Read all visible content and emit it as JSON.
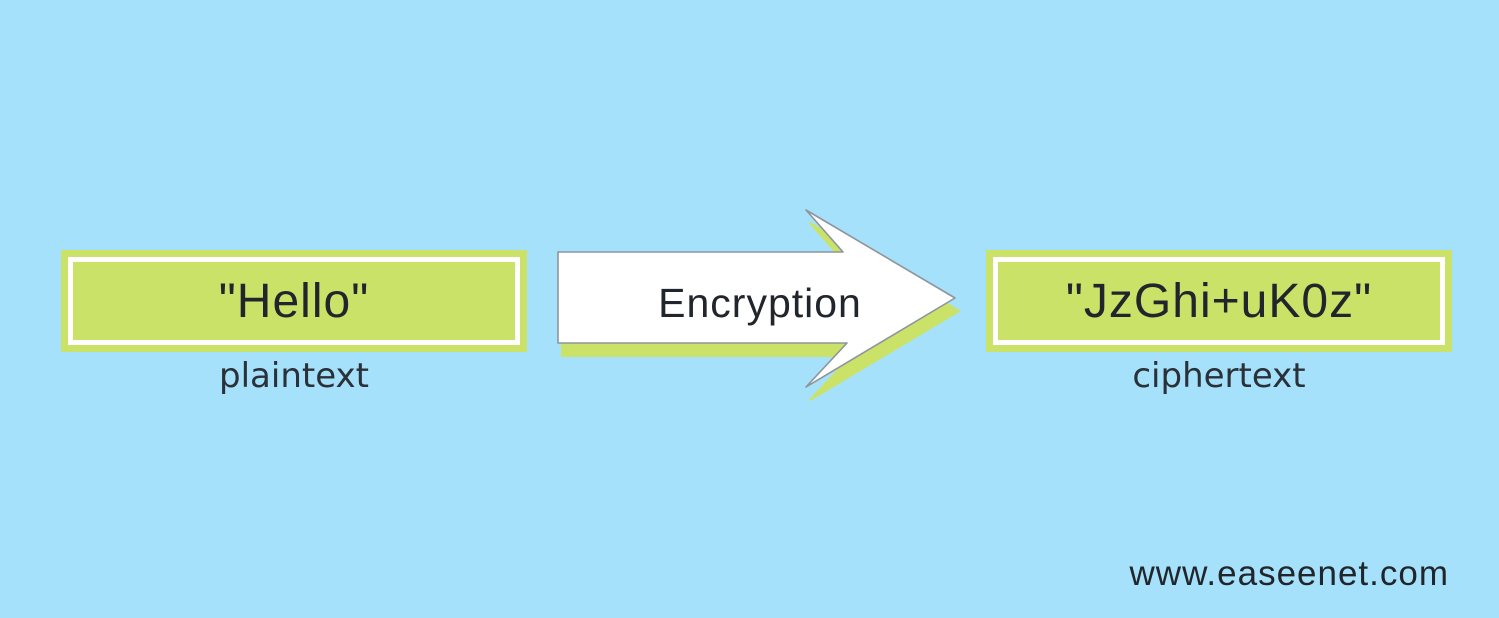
{
  "colors": {
    "background": "#a6e1fb",
    "accent_green": "#cbe268",
    "arrow_fill": "#ffffff",
    "arrow_outline": "#8e959b",
    "text": "#20262b"
  },
  "diagram": {
    "plaintext": {
      "value": "\"Hello\"",
      "label": "plaintext"
    },
    "arrow": {
      "label": "Encryption"
    },
    "ciphertext": {
      "value": "\"JzGhi+uK0z\"",
      "label": "ciphertext"
    },
    "watermark": "www.easeenet.com"
  }
}
